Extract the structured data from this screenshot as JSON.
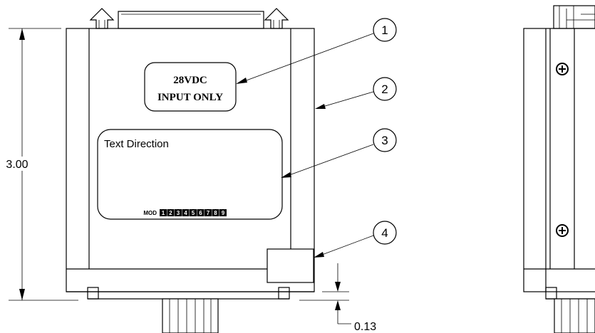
{
  "label_plate": {
    "line1": "28VDC",
    "line2": "INPUT ONLY"
  },
  "display_panel": {
    "text": "Text Direction",
    "mod_label": "MOD",
    "mod_digits": [
      "1",
      "2",
      "3",
      "4",
      "5",
      "6",
      "7",
      "8",
      "9"
    ]
  },
  "dimensions": {
    "height": "3.00",
    "offset": "0.13"
  },
  "callouts": [
    "1",
    "2",
    "3",
    "4"
  ]
}
